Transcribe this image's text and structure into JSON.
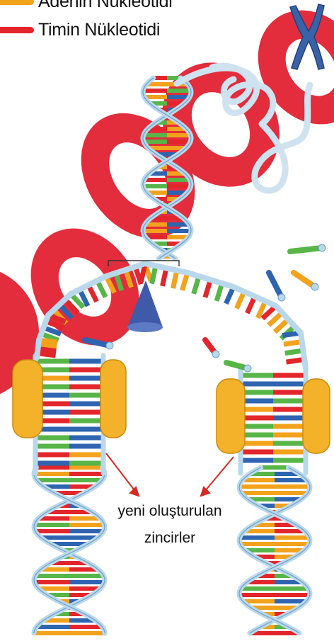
{
  "legend": [
    {
      "label": "Adenin Nükleotidi",
      "color": "#f2a21b"
    },
    {
      "label": "Timin Nükleotidi",
      "color": "#e3262c"
    }
  ],
  "caption": {
    "line1": "yeni oluşturulan",
    "line2": "zincirler"
  },
  "colors": {
    "adenine": "#f2a21b",
    "thymine": "#e3262c",
    "green": "#58b548",
    "blue": "#2f64b0",
    "backbone": "#b9d8ec",
    "enzyme": "#f3b22a",
    "helicase": "#3f5aa8",
    "arrow": "#d42a22",
    "watermark": "#e11a2b"
  },
  "icons": [
    "chromosome-icon",
    "helicase-icon",
    "dna-polymerase-icon"
  ]
}
